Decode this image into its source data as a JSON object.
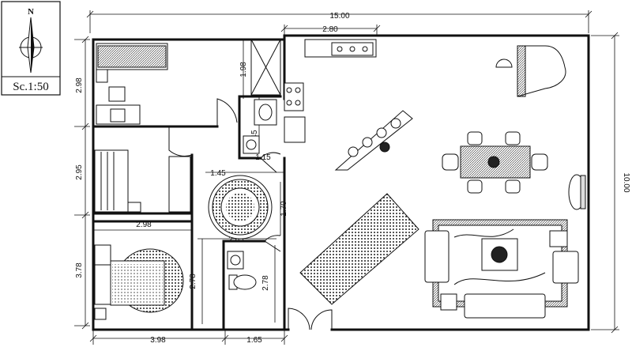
{
  "plan": {
    "north_label": "N",
    "scale_label": "Sc.1:50",
    "overall_width": "15.00",
    "overall_height": "10.00",
    "kitchen_width": "2.80",
    "bedroom1_height": "2.98",
    "bedroom2_height": "2.95",
    "bedroom3_height": "3.78",
    "bedroom_width": "2.98",
    "bottom_left_width": "3.98",
    "bottom_bath_width": "1.65",
    "duct_height": "1.98",
    "bath_height": "45",
    "bath_width": "1.15",
    "hall_width": "1.45",
    "hall_height": "1.70",
    "corridor_width": "2.65",
    "bedroom3_inner_height": "2.78",
    "bath2_height": "2.78"
  }
}
